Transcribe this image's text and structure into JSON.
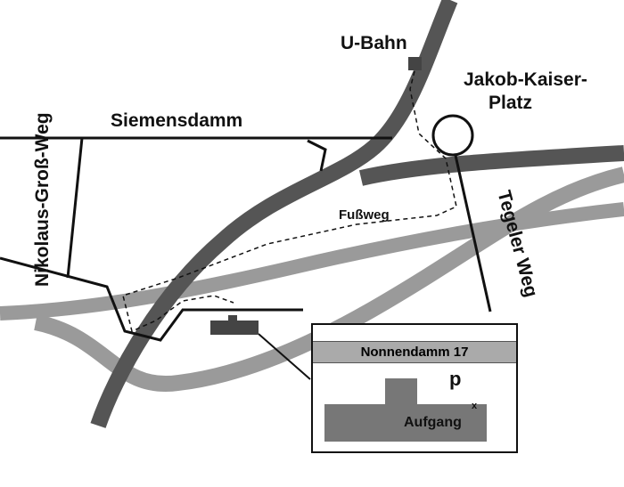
{
  "labels": {
    "ubahn": "U-Bahn",
    "jakob_kaiser_platz_line1": "Jakob-Kaiser-",
    "jakob_kaiser_platz_line2": "Platz",
    "siemensdamm": "Siemensdamm",
    "nikolaus_gross_weg": "Nikolaus-Groß-Weg",
    "fussweg": "Fußweg",
    "tegeler_weg": "Tegeler Weg"
  },
  "inset": {
    "title": "Nonnendamm 17",
    "parking": "p",
    "entrance_mark": "x",
    "entrance": "Aufgang"
  },
  "colors": {
    "ubahn_line": "#555555",
    "rail": "#999999",
    "building": "#777777"
  }
}
